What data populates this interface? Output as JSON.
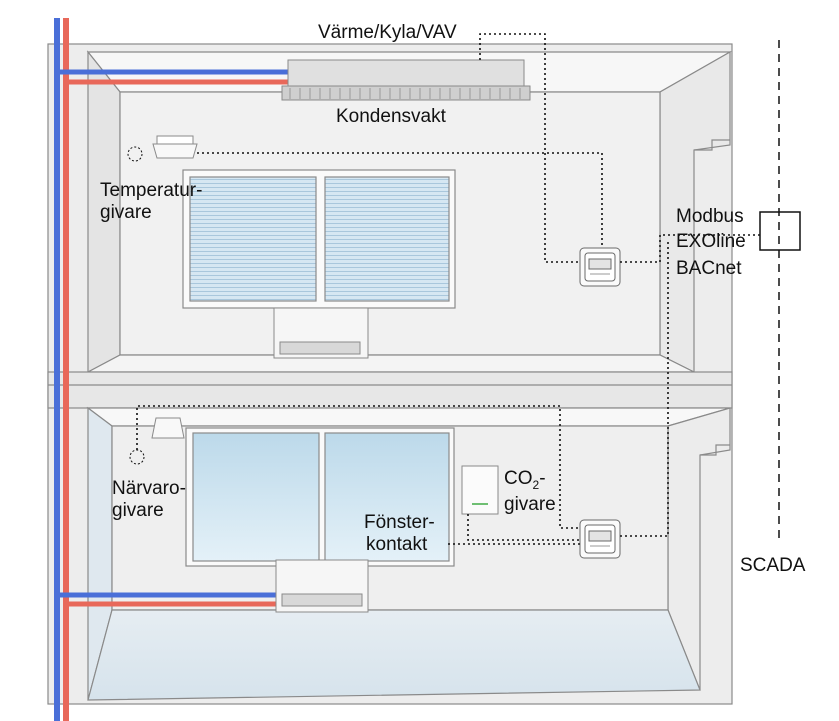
{
  "labels": {
    "heating_cooling_vav": "Värme/Kyla/VAV",
    "condensation_guard": "Kondensvakt",
    "temp_sensor_line1": "Temperatur-",
    "temp_sensor_line2": "givare",
    "protocol_modbus": "Modbus",
    "protocol_exoline": "EXOline",
    "protocol_bacnet": "BACnet",
    "presence_sensor_line1": "Närvaro-",
    "presence_sensor_line2": "givare",
    "co2_prefix": "CO",
    "co2_subscript": "2",
    "co2_suffix": "-",
    "co2_line2": "givare",
    "window_contact_line1": "Fönster-",
    "window_contact_line2": "kontakt",
    "scada": "SCADA"
  },
  "colors": {
    "hot_pipe": "#e8685a",
    "cold_pipe": "#4a6fd8",
    "wall": "#f2f2f2",
    "floor": "#dde7ee",
    "window_glass_upper": "#cfe2ee",
    "window_glass_lower": "#c8e4f2",
    "outline": "#8a8a8a",
    "signal_line": "#111111"
  }
}
